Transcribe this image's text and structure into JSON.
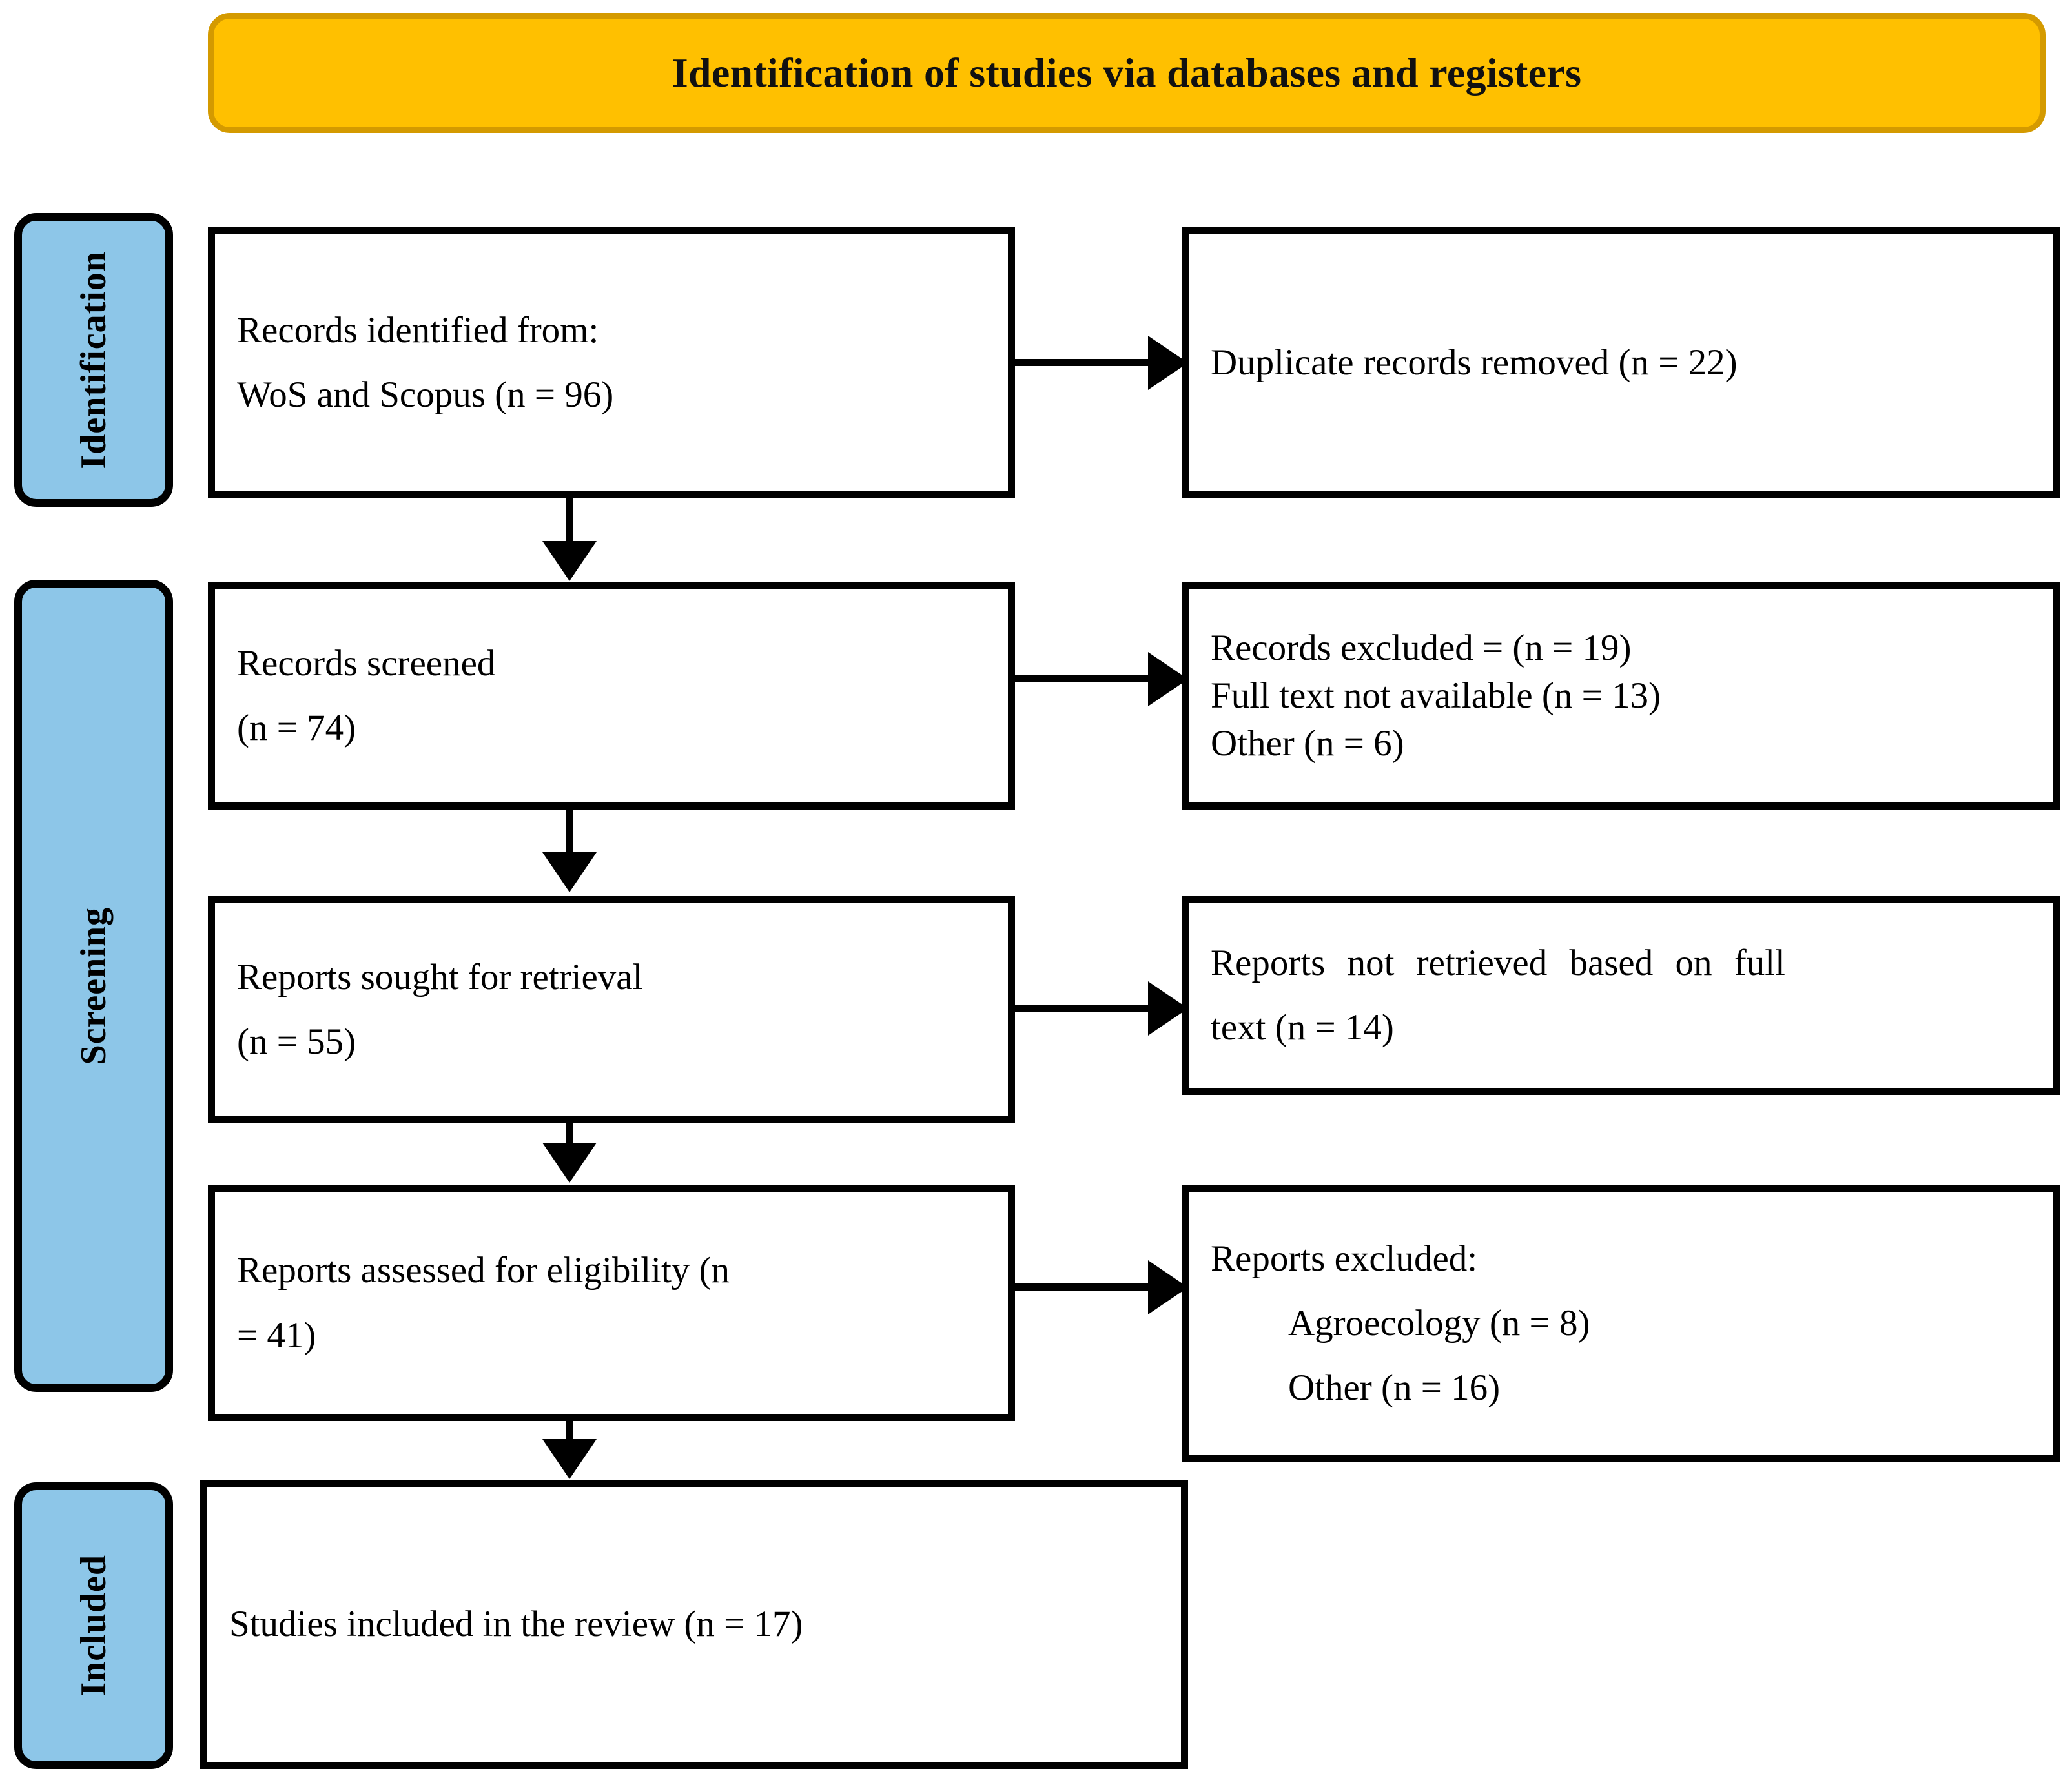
{
  "header": {
    "title": "Identification of studies via databases and registers"
  },
  "colors": {
    "banner_fill": "#FFC000",
    "banner_border": "#D49A00",
    "stage_fill": "#8DC6E8",
    "stage_border": "#000000",
    "box_border": "#000000",
    "text": "#000000"
  },
  "stages": [
    {
      "id": "identification",
      "label": "Identification"
    },
    {
      "id": "screening",
      "label": "Screening"
    },
    {
      "id": "included",
      "label": "Included"
    }
  ],
  "boxes": {
    "identified": {
      "line1": "Records identified from:",
      "line2": "WoS and Scopus (n = 96)"
    },
    "duplicates": {
      "line1": "Duplicate records removed (n = 22)"
    },
    "screened": {
      "line1": "Records screened",
      "line2": "(n = 74)"
    },
    "records_excluded": {
      "line1": "Records excluded = (n = 19)",
      "line2": "Full text not available (n = 13)",
      "line3": "Other (n = 6)"
    },
    "sought": {
      "line1": "Reports sought for retrieval",
      "line2": "(n = 55)"
    },
    "not_retrieved": {
      "line1": "Reports not retrieved based on full",
      "line2": "text (n = 14)"
    },
    "assessed": {
      "line1": "Reports assessed for eligibility (n",
      "line2": "= 41)"
    },
    "reports_excluded": {
      "line1": "Reports excluded:",
      "line2": "Agroecology (n = 8)",
      "line3": "Other (n = 16)"
    },
    "included": {
      "line1": "Studies included in the review (n = 17)"
    }
  },
  "counts": {
    "records_identified": 96,
    "duplicates_removed": 22,
    "records_screened": 74,
    "records_excluded_total": 19,
    "full_text_not_available": 13,
    "screening_other": 6,
    "reports_sought": 55,
    "reports_not_retrieved": 14,
    "reports_assessed": 41,
    "excluded_agroecology": 8,
    "excluded_other": 16,
    "studies_included": 17
  }
}
